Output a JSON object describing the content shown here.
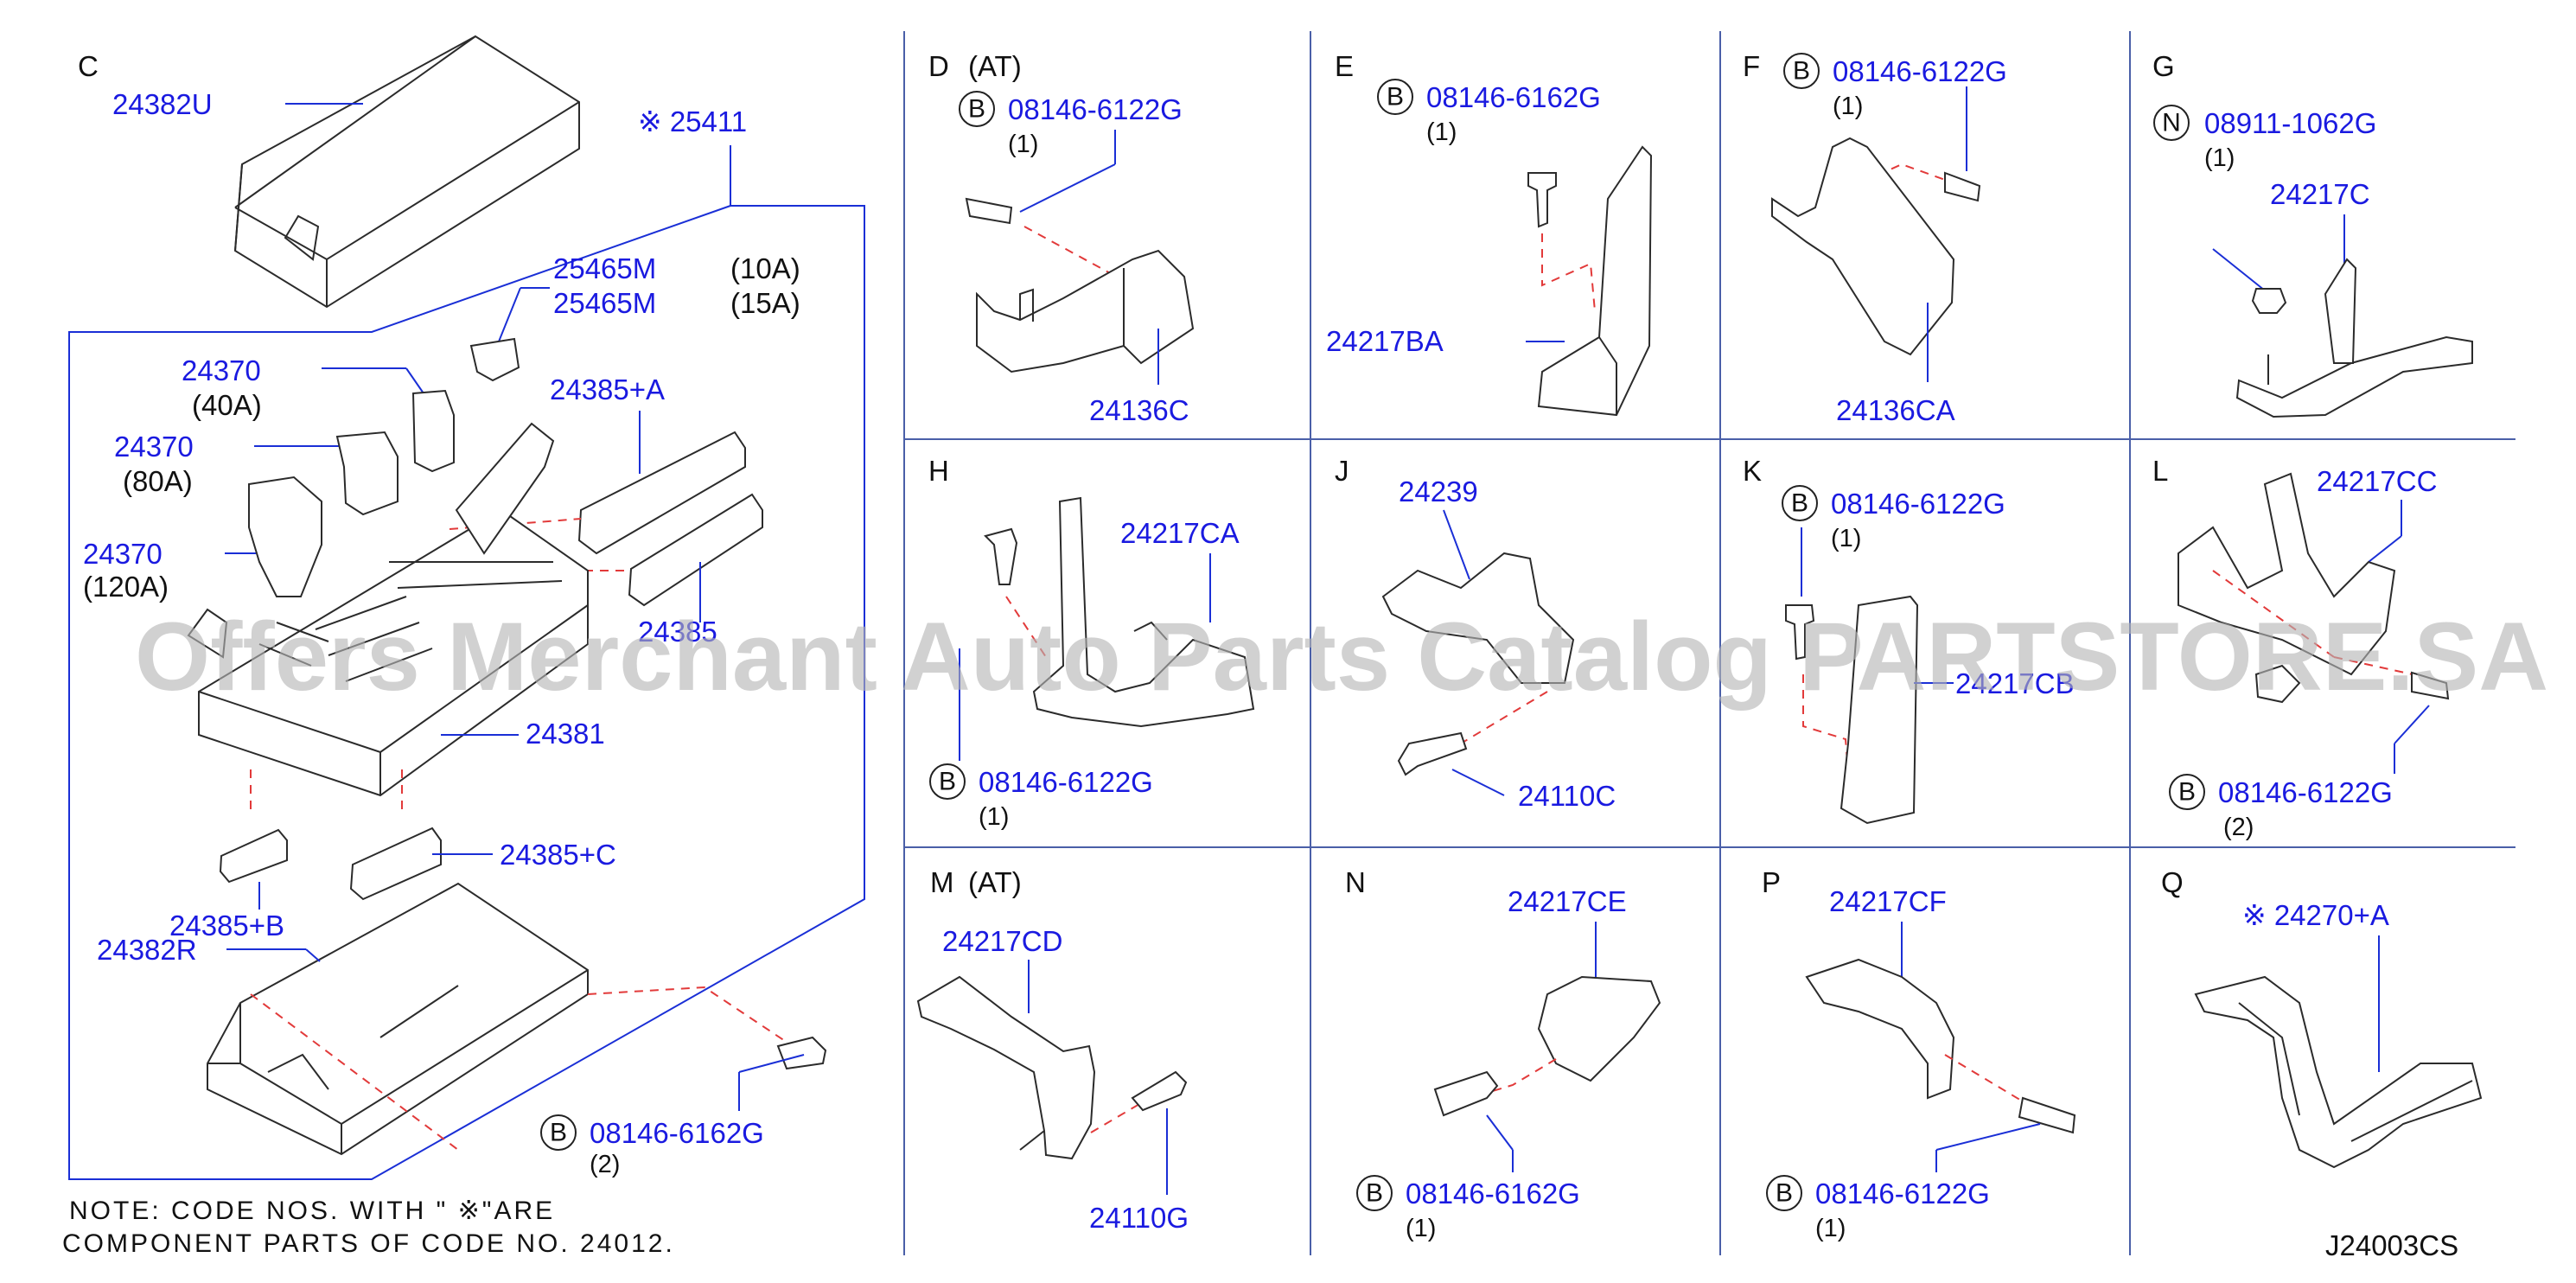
{
  "watermark": "Offers Merchant Auto Parts Catalog PARTSTORE.SA",
  "drawing_code": "J24003CS",
  "note": {
    "line1": "NOTE:  CODE  NOS.  WITH  \" ※\"ARE",
    "line2": "COMPONENT  PARTS  OF  CODE  NO.  24012."
  },
  "sections": {
    "C": {
      "letter": "C",
      "parts": {
        "cover_upper": "24382U",
        "code_25411": "※ 25411",
        "fuse_10a_no": "25465M",
        "fuse_10a_rating": "(10A)",
        "fuse_15a_no": "25465M",
        "fuse_15a_rating": "(15A)",
        "fl_40a_no": "24370",
        "fl_40a_rating": "(40A)",
        "fl_80a_no": "24370",
        "fl_80a_rating": "(80A)",
        "fl_120a_no": "24370",
        "fl_120a_rating": "(120A)",
        "connector_a": "24385+A",
        "connector_hidden": "24385",
        "block": "24381",
        "connector_b": "24385+B",
        "connector_c": "24385+C",
        "cover_lower": "24382R",
        "bolt_prefix": "B",
        "bolt": "08146-6162G",
        "bolt_qty": "(2)"
      }
    },
    "D": {
      "letter": "D",
      "variant": "(AT)",
      "bolt_prefix": "B",
      "bolt": "08146-6122G",
      "bolt_qty": "(1)",
      "part": "24136C"
    },
    "E": {
      "letter": "E",
      "bolt_prefix": "B",
      "bolt": "08146-6162G",
      "bolt_qty": "(1)",
      "part": "24217BA"
    },
    "F": {
      "letter": "F",
      "bolt_prefix": "B",
      "bolt": "08146-6122G",
      "bolt_qty": "(1)",
      "part": "24136CA"
    },
    "G": {
      "letter": "G",
      "bolt_prefix": "N",
      "bolt": "08911-1062G",
      "bolt_qty": "(1)",
      "part": "24217C"
    },
    "H": {
      "letter": "H",
      "part": "24217CA",
      "bolt_prefix": "B",
      "bolt": "08146-6122G",
      "bolt_qty": "(1)"
    },
    "J": {
      "letter": "J",
      "part": "24239",
      "bolt": "24110C"
    },
    "K": {
      "letter": "K",
      "bolt_prefix": "B",
      "bolt": "08146-6122G",
      "bolt_qty": "(1)",
      "part": "24217CB"
    },
    "L": {
      "letter": "L",
      "part": "24217CC",
      "bolt_prefix": "B",
      "bolt": "08146-6122G",
      "bolt_qty": "(2)"
    },
    "M": {
      "letter": "M",
      "variant": "(AT)",
      "part": "24217CD",
      "bolt": "24110G"
    },
    "N": {
      "letter": "N",
      "part": "24217CE",
      "bolt_prefix": "B",
      "bolt": "08146-6162G",
      "bolt_qty": "(1)"
    },
    "P": {
      "letter": "P",
      "part": "24217CF",
      "bolt_prefix": "B",
      "bolt": "08146-6122G",
      "bolt_qty": "(1)"
    },
    "Q": {
      "letter": "Q",
      "part": "※ 24270+A"
    }
  }
}
